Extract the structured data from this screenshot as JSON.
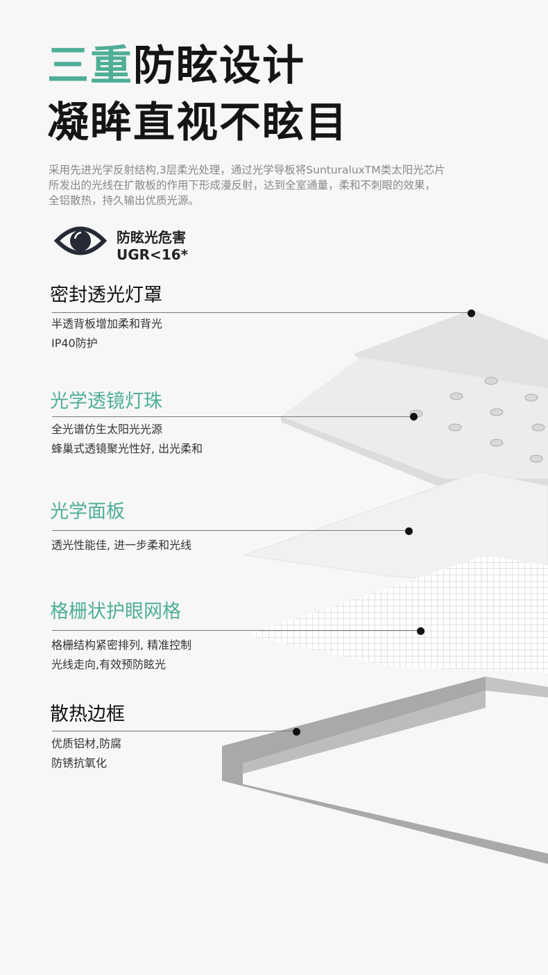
{
  "header": {
    "title_line1_highlight": "三重",
    "title_line1_rest": "防眩设计",
    "title_line2": "凝眸直视不眩目"
  },
  "description": [
    "采用先进光学反射结构,3层柔光处理，通过光学导板将SunturaluxTM类太阳光芯片",
    "所发出的光线在扩散板的作用下形成漫反射，达到全室通量，柔和不刺眼的效果，",
    "全铝散热，持久输出优质光源。"
  ],
  "badge": {
    "icon": "eye-icon",
    "line1": "防眩光危害",
    "line2": "UGR<16*"
  },
  "sections": [
    {
      "title": "密封透光灯罩",
      "lines": [
        "半透背板增加柔和背光",
        "IP40防护"
      ]
    },
    {
      "title": "光学透镜灯珠",
      "lines": [
        "全光谱仿生太阳光光源",
        "蜂巢式透镜聚光性好, 出光柔和"
      ]
    },
    {
      "title": "光学面板",
      "lines": [
        "透光性能佳, 进一步柔和光线"
      ]
    },
    {
      "title": "格栅状护眼网格",
      "lines": [
        "格栅结构紧密排列, 精准控制",
        "光线走向,有效预防眩光"
      ]
    },
    {
      "title": "散热边框",
      "lines": [
        "优质铝材,防腐",
        "防锈抗氧化"
      ]
    }
  ],
  "colors": {
    "accent": "#4fae96",
    "text": "#151515"
  }
}
